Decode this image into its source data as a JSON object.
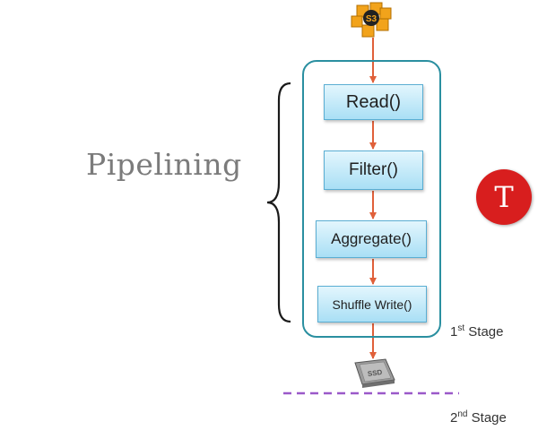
{
  "title": "Pipelining",
  "s3_icon_label": "S3",
  "operators": [
    "Read()",
    "Filter()",
    "Aggregate()",
    "Shuffle Write()"
  ],
  "ssd_label": "SSD",
  "task_badge": "T",
  "stages": [
    {
      "num": "1",
      "suffix": "st",
      "label": "Stage"
    },
    {
      "num": "2",
      "suffix": "nd",
      "label": "Stage"
    }
  ],
  "colors": {
    "stage_border": "#2a8fa0",
    "arrow": "#e0603a",
    "task_badge": "#d81e1e",
    "stage_divider": "#9b59c9",
    "s3_cube": "#f2a31b"
  }
}
